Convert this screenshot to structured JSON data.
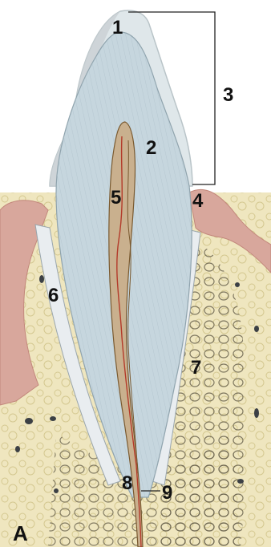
{
  "figure": {
    "labels": {
      "l1": "1",
      "l2": "2",
      "l3": "3",
      "l4": "4",
      "l5": "5",
      "l6": "6",
      "l7": "7",
      "l8": "8",
      "l9": "9",
      "panel": "A"
    },
    "colors": {
      "background": "#ffffff",
      "enamel": "#dfe7ea",
      "enamel_edge": "#b9c4c8",
      "dentin": "#c6d6de",
      "dentin_lines": "#a9bcc6",
      "pulp": "#c9b08e",
      "pulp_vessel_red": "#b33a2a",
      "pulp_vessel_brown": "#7a5a30",
      "gingiva": "#d8a79c",
      "gingiva_dark": "#c2877b",
      "bone": "#efe6bf",
      "bone_dark": "#d6c98f",
      "bone_pore": "#3c4045",
      "ligament": "#e9edf0",
      "bracket": "#222222"
    }
  }
}
